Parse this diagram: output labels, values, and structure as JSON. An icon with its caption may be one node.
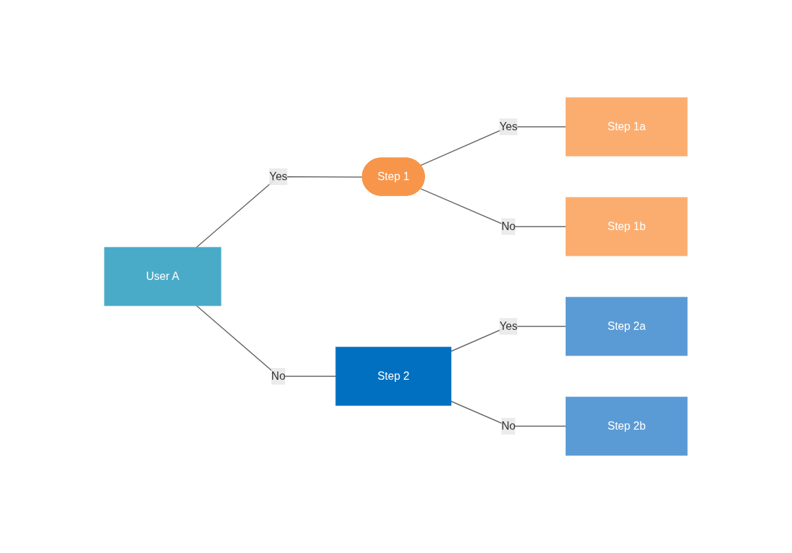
{
  "diagram": {
    "nodes": [
      {
        "text": [
          "User A"
        ]
      },
      {
        "text": [
          "Step 1"
        ]
      },
      {
        "text": [
          "Step 2"
        ]
      },
      {
        "text": [
          "Step 1a"
        ]
      },
      {
        "text": [
          "Step 1b"
        ]
      },
      {
        "text": [
          "Step 2a"
        ]
      },
      {
        "text": [
          "Step 2b"
        ]
      }
    ],
    "edges": [
      {
        "from": 0,
        "to": 1,
        "arrow": "none",
        "label": "Yes"
      },
      {
        "from": 0,
        "to": 2,
        "arrow": "none",
        "label": "No"
      },
      {
        "from": 1,
        "to": 3,
        "arrow": "none",
        "label": "Yes"
      },
      {
        "from": 1,
        "to": 4,
        "arrow": "none",
        "label": "No"
      },
      {
        "from": 2,
        "to": 5,
        "arrow": "none",
        "label": "Yes"
      },
      {
        "from": 2,
        "to": 6,
        "arrow": "none",
        "label": "No"
      }
    ]
  }
}
